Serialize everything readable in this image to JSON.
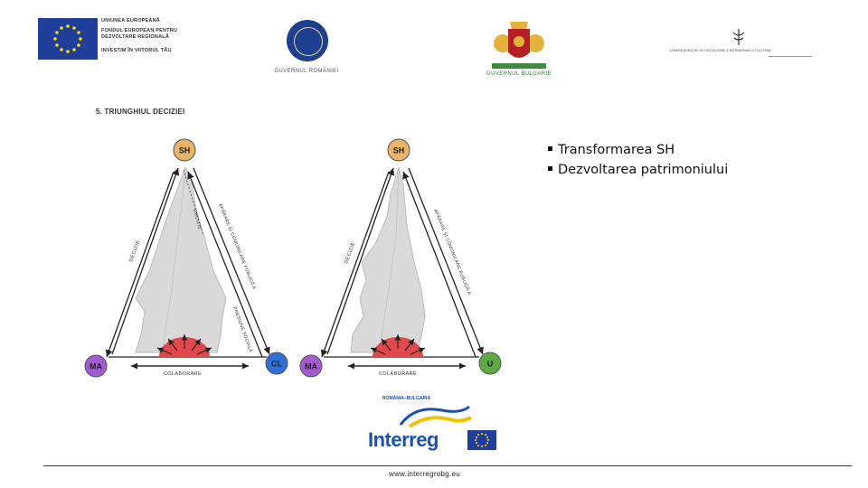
{
  "header": {
    "eu_lines": [
      "UNIUNEA EUROPEANĂ",
      "FONDUL EUROPEAN PENTRU",
      "DEZVOLTARE REGIONALĂ",
      "INVESTIM ÎN VIITORUL TĂU"
    ],
    "ro_caption": "GUVERNUL ROMÂNIEI",
    "bg_caption": "GUVERNUL BULGARIE",
    "ministry_name": "CAMERA AGENȚIEI DE DEZVOLTARE A PATRIMONIULUI CULTURAL"
  },
  "diagram": {
    "title": "5. TRIUNGHIUL DECIZIEI",
    "left": {
      "top_node": "SH",
      "left_node": "MA",
      "right_node": "CL",
      "left_edge_label": "DECIZIE",
      "inner_label": "DECIZIE",
      "right_edge_label_1": "APĂRARE ȘI COMUNICARE PUBLICĂ A",
      "right_edge_label_2": "PRESIUNE SOCIALĂ",
      "bottom_label": "COLABORARE"
    },
    "right": {
      "top_node": "SH",
      "left_node": "MA",
      "right_node": "U",
      "left_edge_label": "DECIZIE",
      "right_edge_label": "APĂRARE ȘI COMUNICARE PUBLICĂ A",
      "bottom_label": "COLABORARE"
    },
    "colors": {
      "sh": "#e8b46a",
      "ma": "#a35bd1",
      "cl": "#2f6fd6",
      "u": "#5daa45",
      "shape": "#d9d9d9",
      "semi": "#e0484b"
    }
  },
  "bullets": [
    "Transformarea SH",
    "Dezvoltarea patrimoniului"
  ],
  "footer": {
    "interreg_small": "ROMÂNIA–BULGARIA",
    "interreg_word": "Interreg",
    "url": "www.interregrobg.eu"
  }
}
